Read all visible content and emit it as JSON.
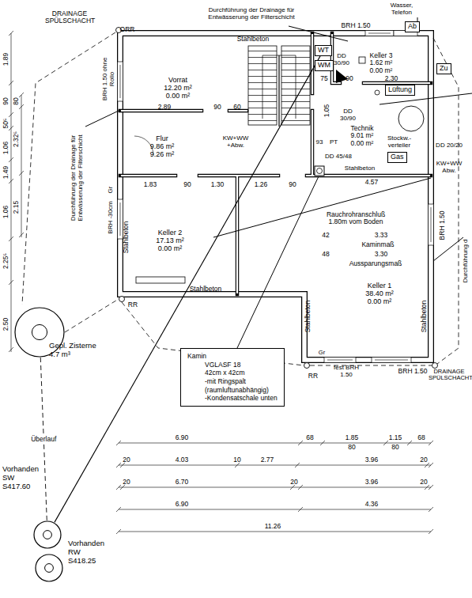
{
  "diagram": {
    "nodes": [
      {
        "text": [
          "Vorrat",
          "12.20 m²",
          "0.00 m²"
        ]
      },
      {
        "text": [
          "Flur",
          "9.86 m²",
          "9.26 m²"
        ]
      },
      {
        "text": [
          "Keller 3",
          "1.62 m²",
          "0.00 m²"
        ]
      },
      {
        "text": [
          "Technik",
          "9.01 m²",
          "0.00 m²"
        ]
      },
      {
        "text": [
          "Keller 2",
          "17.13 m²",
          "0.00 m²"
        ]
      },
      {
        "text": [
          "Keller 1",
          "38.40 m²",
          "0.00 m²"
        ]
      },
      {
        "text": [
          "WT"
        ]
      },
      {
        "text": [
          "WM"
        ]
      },
      {
        "text": [
          "Ab"
        ]
      },
      {
        "text": [
          "Zu"
        ]
      },
      {
        "text": [
          "Lüftung"
        ]
      },
      {
        "text": [
          "Gas"
        ]
      },
      {
        "text": [
          "Kamin",
          "VGLASF 18",
          "42cm x 42cm",
          "-mit Ringspalt",
          "(raumluftunabhängig)",
          "-Kondensatschale unten"
        ]
      },
      {
        "text": [
          "Gepl. Zisterne",
          "4.7 m³"
        ]
      },
      {
        "text": [
          "Vorhanden",
          "SW",
          "S417.60"
        ]
      },
      {
        "text": [
          "Vorhanden",
          "RW",
          "S418.25"
        ]
      }
    ],
    "edges": [
      {
        "from": 14,
        "to": 6,
        "arrow": "none"
      },
      {
        "from": 13,
        "to": 14,
        "label": "Überlauf",
        "arrow": "none"
      }
    ],
    "labels": [
      "DRAINAGE SPÜLSCHACHT",
      "ORR",
      "Durchführung der Drainage für Entwässerung der Filterschicht",
      "BRH 1.50",
      "Wasser, Telefon",
      "DD 30/90",
      "75",
      "90",
      "2.30",
      "DD 30/90",
      "1.05",
      "Stockw.-verteiler",
      "DD 20/20",
      "KW+WW Abw.",
      "93",
      "PT",
      "DD 45/48",
      "Stahlbeton",
      "Stahlbeton",
      "Stahlbeton",
      "Stahlbeton",
      "Stahlbeton",
      "Stahlbeton",
      "2.89",
      "90",
      "60",
      "KW+WW +Abw.",
      "1.83",
      "90",
      "1.30",
      "1.26",
      "90",
      "4.57",
      "Rauchrohranschluß 1.80m vom Boden",
      "42",
      "3.33",
      "Kaminmaß",
      "48",
      "3.30",
      "Aussparungsmaß",
      "BRH 1.50",
      "RR",
      "fest BRH 1.50",
      "BRH 1.50",
      "Gr",
      "DRAINAGE SPÜLSCHACHT",
      "RR",
      "BRH 1.50 ohne Rollo",
      "BRH -30cm",
      "Gr",
      "Durchführung der Drainage für Entwässerung der Filterschicht",
      "Durchführung d",
      "1.89",
      "90",
      "80",
      "1.06",
      "50⁵",
      "2.32⁵",
      "1.49",
      "1.06",
      "2.15",
      "2.25⁵",
      "2.50",
      "6.90",
      "68",
      "1.85",
      "80",
      "1.15",
      "80",
      "68",
      "20",
      "4.03",
      "10",
      "2.77",
      "3.96",
      "20",
      "20",
      "6.70",
      "20",
      "3.96",
      "20",
      "6.90",
      "4.36",
      "11.26"
    ]
  }
}
